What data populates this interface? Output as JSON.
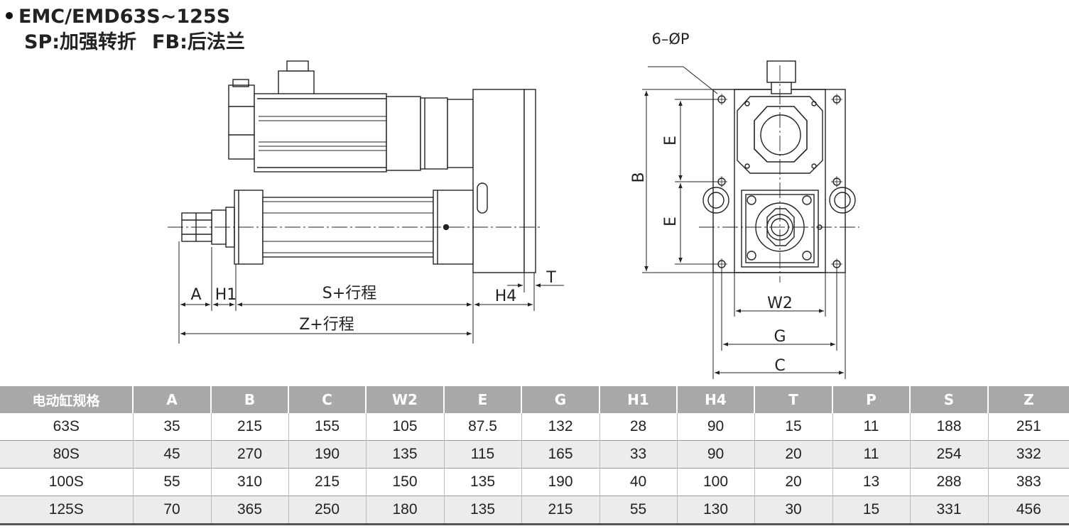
{
  "title": {
    "model_range": "EMC/EMD63S~125S",
    "sp_label": "SP:加强转折",
    "fb_label": "FB:后法兰"
  },
  "drawing_labels": {
    "six_hole": "6–ØP",
    "A": "A",
    "H1": "H1",
    "S_stroke": "S+行程",
    "H4": "H4",
    "T": "T",
    "Z_stroke": "Z+行程",
    "B": "B",
    "E_upper": "E",
    "E_lower": "E",
    "W2": "W2",
    "G": "G",
    "C": "C"
  },
  "table": {
    "headers": [
      "电动缸规格",
      "A",
      "B",
      "C",
      "W2",
      "E",
      "G",
      "H1",
      "H4",
      "T",
      "P",
      "S",
      "Z"
    ],
    "rows": [
      [
        "63S",
        "35",
        "215",
        "155",
        "105",
        "87.5",
        "132",
        "28",
        "90",
        "15",
        "11",
        "188",
        "251"
      ],
      [
        "80S",
        "45",
        "270",
        "190",
        "135",
        "115",
        "165",
        "33",
        "90",
        "20",
        "11",
        "254",
        "332"
      ],
      [
        "100S",
        "55",
        "310",
        "215",
        "150",
        "135",
        "190",
        "40",
        "100",
        "20",
        "13",
        "288",
        "383"
      ],
      [
        "125S",
        "70",
        "365",
        "250",
        "180",
        "135",
        "215",
        "55",
        "130",
        "30",
        "15",
        "331",
        "456"
      ]
    ]
  }
}
